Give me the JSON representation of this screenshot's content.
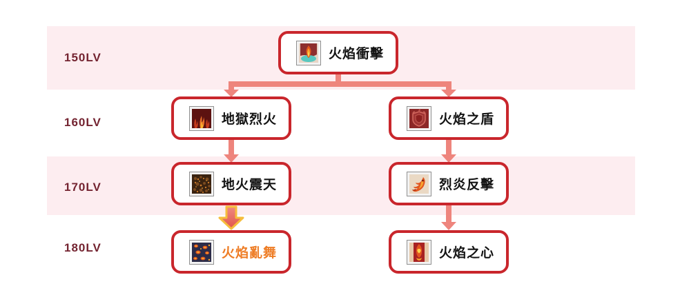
{
  "colors": {
    "band_pink": "#fdedf0",
    "node_border": "#c9262c",
    "node_bg": "#ffffff",
    "connector": "#ee857d",
    "special_arrow_fill_top": "#ef8a80",
    "special_arrow_fill_bottom": "#e1544a",
    "special_arrow_border": "#f6bd3c",
    "level_label": "#742431",
    "skill_text": "#141414",
    "highlight_text": "#ee7d26"
  },
  "rows": [
    {
      "level": "150LV",
      "band": "pink"
    },
    {
      "level": "160LV",
      "band": "white"
    },
    {
      "level": "170LV",
      "band": "pink"
    },
    {
      "level": "180LV",
      "band": "white"
    }
  ],
  "skills": {
    "flame_impact": {
      "name": "火焰衝擊",
      "level": "150LV",
      "icon": "flame-impact-icon",
      "highlighted": false
    },
    "hell_blaze": {
      "name": "地獄烈火",
      "level": "160LV",
      "icon": "hell-blaze-icon",
      "highlighted": false
    },
    "flame_shield": {
      "name": "火焰之盾",
      "level": "160LV",
      "icon": "flame-shield-icon",
      "highlighted": false
    },
    "ground_quake": {
      "name": "地火震天",
      "level": "170LV",
      "icon": "ground-quake-icon",
      "highlighted": false
    },
    "blaze_counter": {
      "name": "烈炎反擊",
      "level": "170LV",
      "icon": "blaze-counter-icon",
      "highlighted": false
    },
    "flame_dance": {
      "name": "火焰亂舞",
      "level": "180LV",
      "icon": "flame-dance-icon",
      "highlighted": true
    },
    "flame_heart": {
      "name": "火焰之心",
      "level": "180LV",
      "icon": "flame-heart-icon",
      "highlighted": false
    }
  },
  "connections": [
    {
      "from": "火焰衝擊",
      "to": "地獄烈火",
      "style": "normal"
    },
    {
      "from": "火焰衝擊",
      "to": "火焰之盾",
      "style": "normal"
    },
    {
      "from": "地獄烈火",
      "to": "地火震天",
      "style": "normal"
    },
    {
      "from": "火焰之盾",
      "to": "烈炎反擊",
      "style": "normal"
    },
    {
      "from": "地火震天",
      "to": "火焰亂舞",
      "style": "highlighted-gold"
    },
    {
      "from": "烈炎反擊",
      "to": "火焰之心",
      "style": "normal"
    }
  ]
}
